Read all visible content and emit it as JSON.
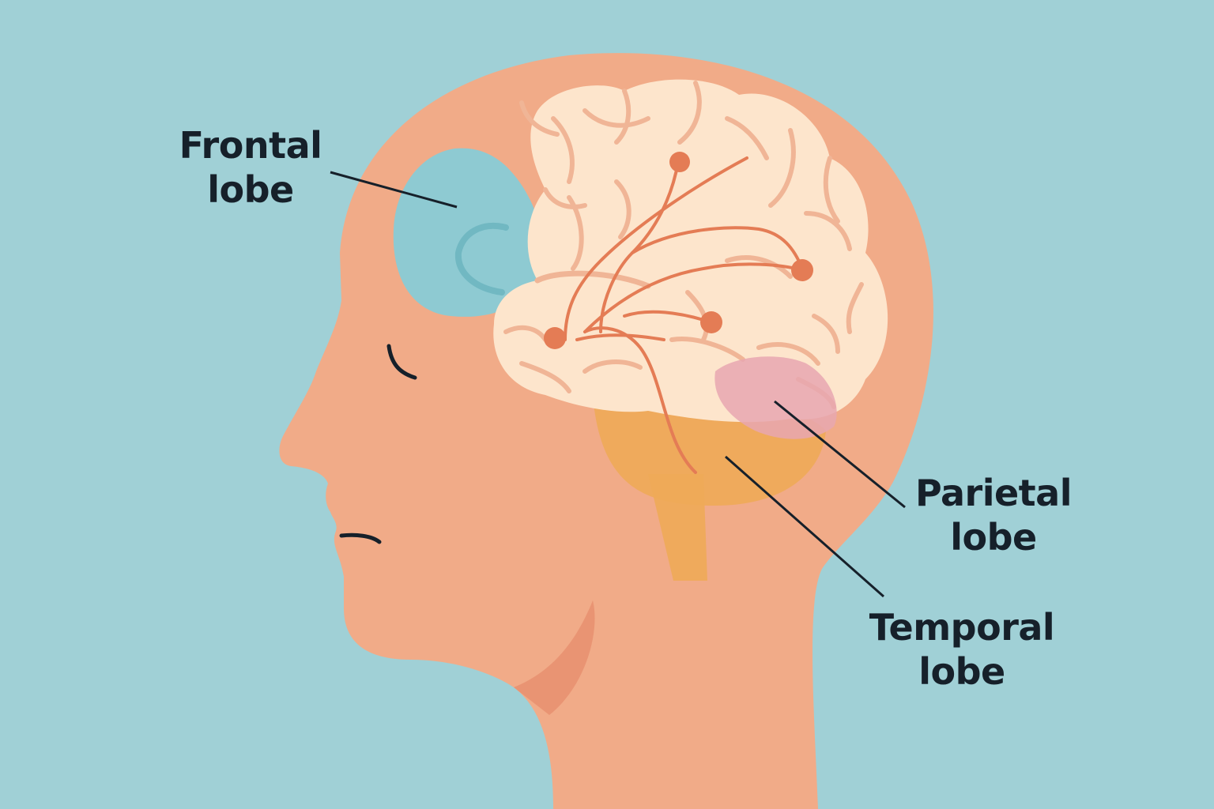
{
  "labels": {
    "frontal": {
      "line1": "Frontal",
      "line2": "lobe"
    },
    "parietal": {
      "line1": "Parietal",
      "line2": "lobe"
    },
    "temporal": {
      "line1": "Temporal",
      "line2": "lobe"
    }
  },
  "colors": {
    "background": "#a0d0d6",
    "skin": "#f1ab88",
    "skin_shadow": "#e78e6e",
    "brain": "#fde5cc",
    "brain_folds": "#f0b596",
    "nerves": "#e47c55",
    "frontal_region": "#8ecad2",
    "parietal_region": "#e7a7b0",
    "temporal_region": "#eeaa58",
    "text": "#16202a"
  }
}
